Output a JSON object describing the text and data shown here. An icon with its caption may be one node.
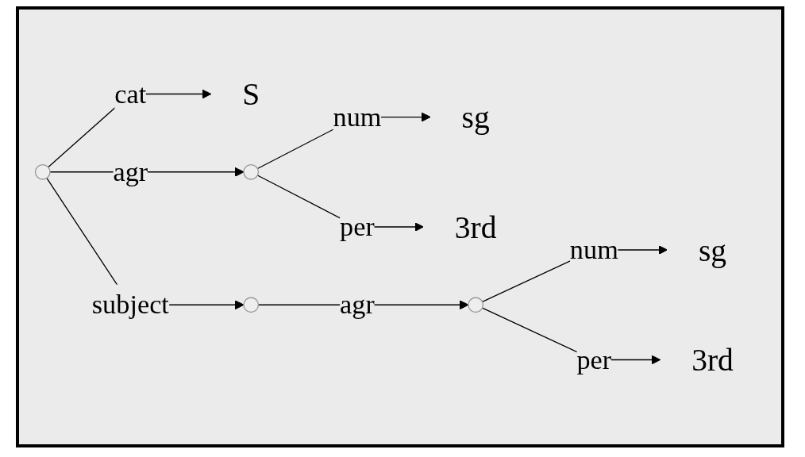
{
  "diagram": {
    "nodes": [
      {
        "text": [],
        "shape": "circle"
      },
      {
        "text": [
          "S"
        ]
      },
      {
        "text": [],
        "shape": "circle"
      },
      {
        "text": [
          "sg"
        ]
      },
      {
        "text": [
          "3rd"
        ]
      },
      {
        "text": [],
        "shape": "circle"
      },
      {
        "text": [],
        "shape": "circle"
      },
      {
        "text": [
          "sg"
        ]
      },
      {
        "text": [
          "3rd"
        ]
      }
    ],
    "edges": [
      {
        "from": 0,
        "to": 1,
        "arrow": "to",
        "label": "cat"
      },
      {
        "from": 0,
        "to": 2,
        "arrow": "to",
        "label": "agr"
      },
      {
        "from": 2,
        "to": 3,
        "arrow": "to",
        "label": "num"
      },
      {
        "from": 2,
        "to": 4,
        "arrow": "to",
        "label": "per"
      },
      {
        "from": 0,
        "to": 5,
        "arrow": "to",
        "label": "subject"
      },
      {
        "from": 5,
        "to": 6,
        "arrow": "to",
        "label": "agr"
      },
      {
        "from": 6,
        "to": 7,
        "arrow": "to",
        "label": "num"
      },
      {
        "from": 6,
        "to": 8,
        "arrow": "to",
        "label": "per"
      }
    ]
  }
}
